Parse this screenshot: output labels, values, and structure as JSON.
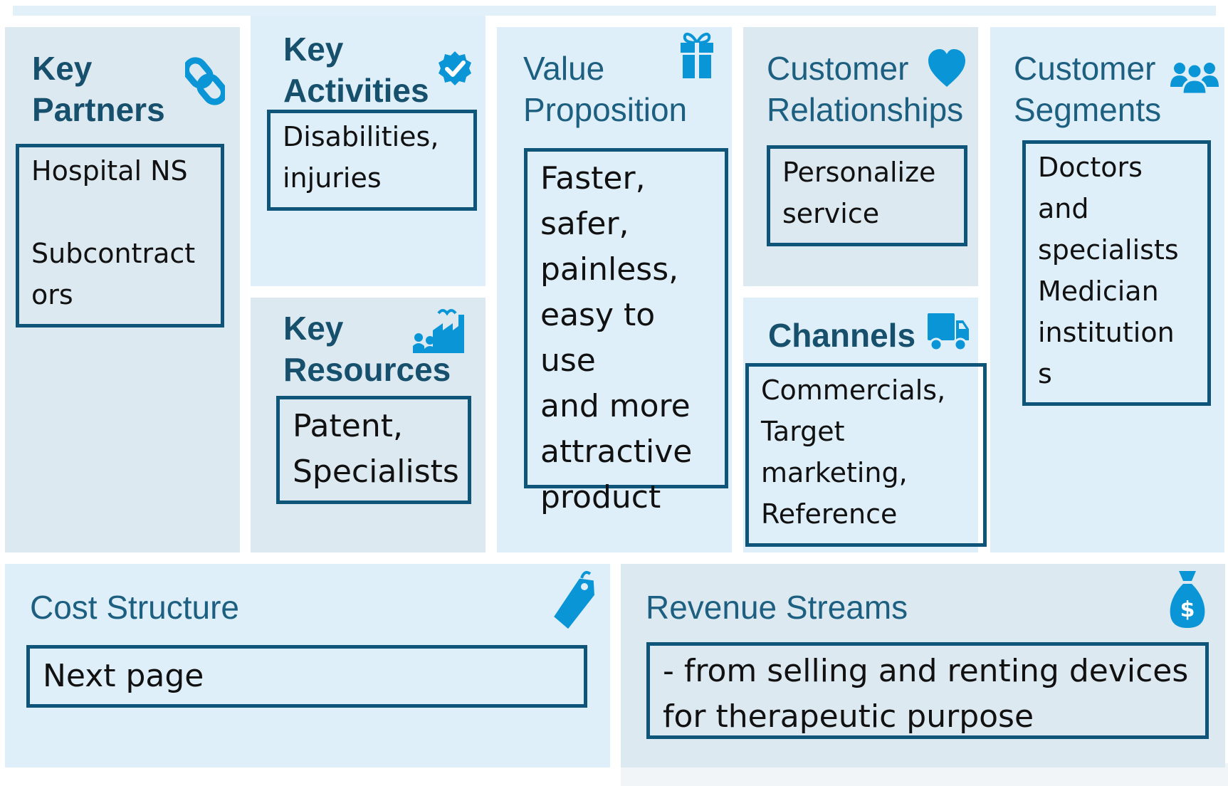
{
  "canvas": {
    "key_partners": {
      "title_line1": "Key",
      "title_line2": "Partners",
      "icon": "link-icon",
      "items": [
        "Hospital NS",
        "Subcontract",
        "ors"
      ]
    },
    "key_activities": {
      "title_line1": "Key",
      "title_line2": "Activities",
      "icon": "checkmark-circle-icon",
      "lines": [
        "Disabilities,",
        "injuries"
      ]
    },
    "key_resources": {
      "title_line1": "Key",
      "title_line2": "Resources",
      "icon": "factory-icon",
      "lines": [
        "Patent,",
        "Specialists"
      ]
    },
    "value_proposition": {
      "title_line1": "Value",
      "title_line2": "Proposition",
      "icon": "gift-icon",
      "lines": [
        "Faster,",
        "safer,",
        "painless,",
        "easy to use",
        "and more",
        "attractive",
        "product"
      ]
    },
    "customer_relationships": {
      "title_line1": "Customer",
      "title_line2": "Relationships",
      "icon": "heart-icon",
      "lines": [
        "Personalize",
        "service"
      ]
    },
    "channels": {
      "title": "Channels",
      "icon": "truck-icon",
      "lines": [
        "Commercials,",
        "Target",
        "marketing,",
        "Reference"
      ]
    },
    "customer_segments": {
      "title_line1": "Customer",
      "title_line2": "Segments",
      "icon": "people-icon",
      "lines": [
        "Doctors",
        "and",
        "specialists",
        "Medician",
        "institution",
        "s"
      ]
    },
    "cost_structure": {
      "title": "Cost Structure",
      "icon": "price-tag-icon",
      "text": "Next page"
    },
    "revenue_streams": {
      "title": "Revenue Streams",
      "icon": "money-bag-icon",
      "lines": [
        "- from selling and renting devices",
        "for therapeutic purpose"
      ]
    }
  },
  "colors": {
    "panel_light": "#dfeff9",
    "panel_grey": "#dde9f1",
    "title": "#1c5f80",
    "icon": "#0a95d6",
    "border": "#0f5479"
  }
}
